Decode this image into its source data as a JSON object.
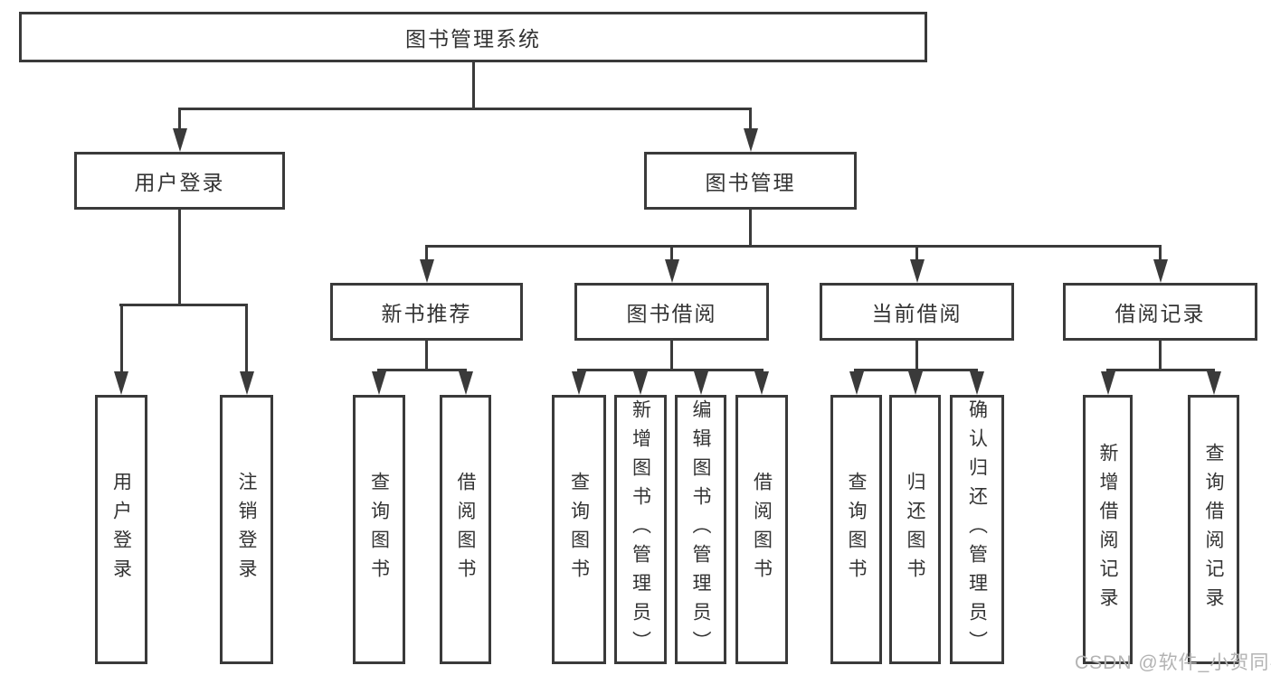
{
  "diagram_type": "hierarchy-tree",
  "colors": {
    "line": "#3a3a3a",
    "text": "#333333",
    "watermark": "#b3b3b3",
    "background": "#ffffff"
  },
  "tree": {
    "label": "图书管理系统",
    "children": [
      {
        "label": "用户登录",
        "children": [
          {
            "label": "用户登录"
          },
          {
            "label": "注销登录"
          }
        ]
      },
      {
        "label": "图书管理",
        "children": [
          {
            "label": "新书推荐",
            "children": [
              {
                "label": "查询图书"
              },
              {
                "label": "借阅图书"
              }
            ]
          },
          {
            "label": "图书借阅",
            "children": [
              {
                "label": "查询图书"
              },
              {
                "label": "新增图书（管理员）"
              },
              {
                "label": "编辑图书（管理员）"
              },
              {
                "label": "借阅图书"
              }
            ]
          },
          {
            "label": "当前借阅",
            "children": [
              {
                "label": "查询图书"
              },
              {
                "label": "归还图书"
              },
              {
                "label": "确认归还（管理员）"
              }
            ]
          },
          {
            "label": "借阅记录",
            "children": [
              {
                "label": "新增借阅记录"
              },
              {
                "label": "查询借阅记录"
              }
            ]
          }
        ]
      }
    ]
  },
  "watermark": {
    "text": "CSDN @软件_小贺同学"
  }
}
